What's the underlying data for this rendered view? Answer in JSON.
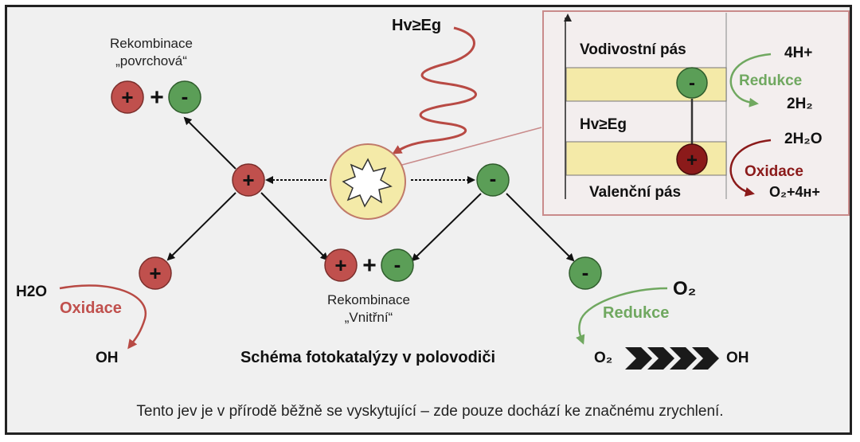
{
  "diagram": {
    "title": "Schéma fotokatalýzy v polovodiči",
    "footer": "Tento jev je v přírodě běžně se vyskytující – zde pouze dochází ke značnému zrychlení.",
    "light_label": "Hv≥Eg",
    "surface_recombination": {
      "line1": "Rekombinace",
      "line2": "„povrchová“"
    },
    "internal_recombination": {
      "line1": "Rekombinace",
      "line2": "„Vnitřní“"
    },
    "hole_symbol": "+",
    "electron_symbol": "-",
    "plus_sign": "+",
    "oxidation": {
      "reactant": "H2O",
      "label": "Oxidace",
      "product": "OH"
    },
    "reduction": {
      "reactant": "O₂",
      "label": "Redukce",
      "chain_start": "O₂",
      "product": "OH"
    },
    "inset": {
      "conduction_band": "Vodivostní pás",
      "gap_label": "Hv≥Eg",
      "valence_band": "Valenční pás",
      "reduction_label": "Redukce",
      "reduction_top": "4H+",
      "reduction_bottom": "2H₂",
      "oxidation_label": "Oxidace",
      "oxidation_top": "2H₂O",
      "oxidation_bottom": "O₂+4ʜ+"
    },
    "colors": {
      "hole": "#c0504d",
      "electron": "#5b9e57",
      "oxidation_text": "#c0504d",
      "reduction_text": "#70a860",
      "band_fill": "#f4eaa8",
      "inset_border": "#c98b8b",
      "wave": "#b84a44"
    }
  }
}
